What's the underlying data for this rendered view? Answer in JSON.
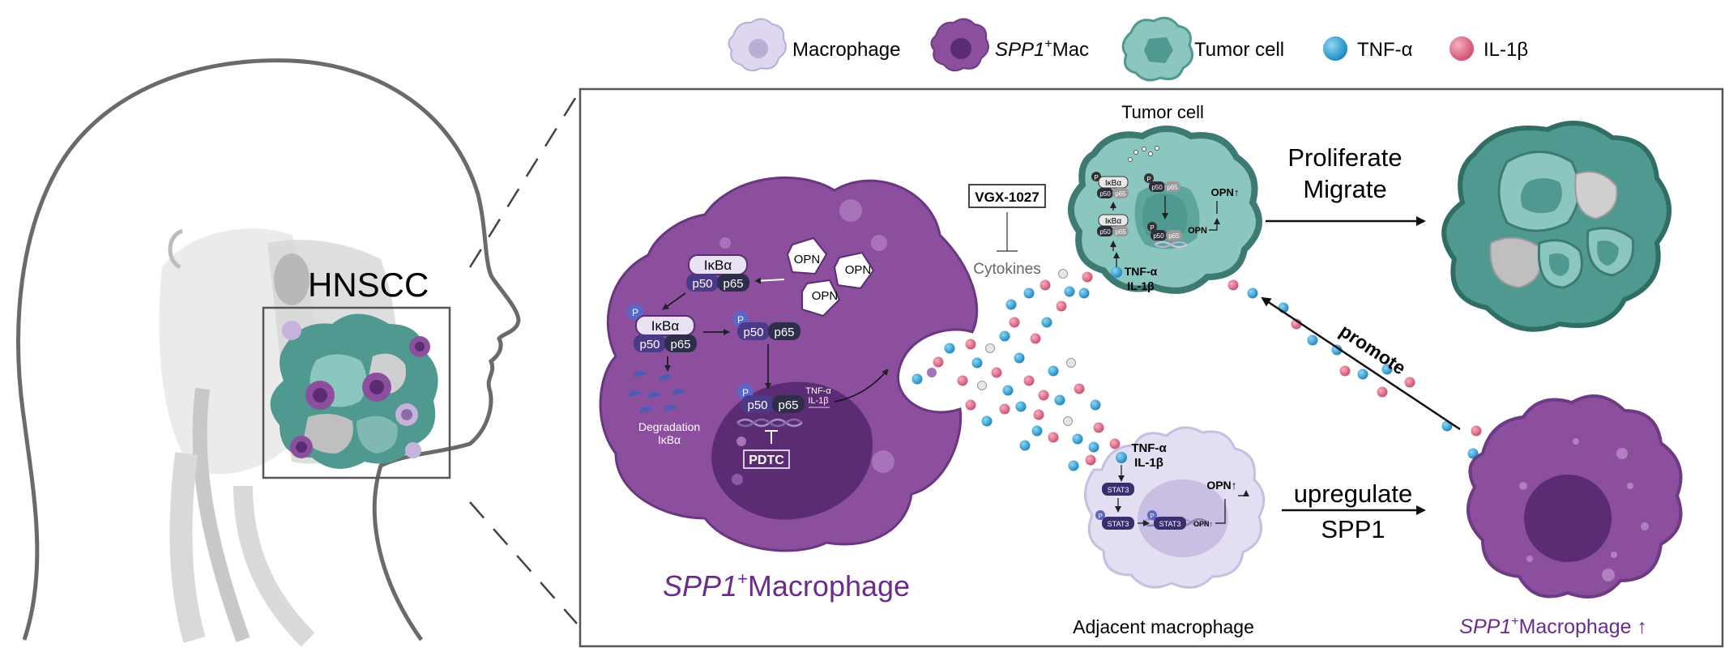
{
  "legend": {
    "macrophage": "Macrophage",
    "spp1_italic": "SPP1",
    "spp1_sup": "+",
    "spp1_mac": "Mac",
    "tumor_cell": "Tumor cell",
    "tnf": "TNF-α",
    "il1b": "IL-1β"
  },
  "head": {
    "label": "HNSCC"
  },
  "macrophage_main": {
    "ikba": "IκBα",
    "p50": "p50",
    "p65": "p65",
    "p": "P",
    "opn": "OPN",
    "degradation": "Degradation",
    "degradation_sub": "IκBα",
    "tnf_small": "TNF-α",
    "il1b_small": "IL-1β",
    "pdtc": "PDTC",
    "caption_italic": "SPP1",
    "caption_sup": "+",
    "caption_rest": "Macrophage"
  },
  "inhibitor": {
    "drug": "VGX-1027",
    "target": "Cytokines"
  },
  "tumor": {
    "title": "Tumor cell",
    "ikba": "IκBα",
    "p50": "p50",
    "p65": "p65",
    "p": "P",
    "opn_up": "OPN↑",
    "opn": "OPN",
    "tnf": "TNF-α",
    "il1b": "IL-1β"
  },
  "adjacent": {
    "title": "Adjacent macrophage",
    "tnf": "TNF-α",
    "il1b": "IL-1β",
    "stat3": "STAT3",
    "p": "P",
    "opn_up": "OPN↑",
    "opn_small": "OPN↑"
  },
  "arrows": {
    "proliferate": "Proliferate",
    "migrate": "Migrate",
    "promote": "promote",
    "upregulate": "upregulate",
    "spp1": "SPP1"
  },
  "result": {
    "caption_italic": "SPP1",
    "caption_sup": "+",
    "caption_rest": "Macrophage ↑"
  },
  "colors": {
    "spp1_purple": "#8b4f9e",
    "spp1_dark": "#5b2c73",
    "tumor_teal": "#4f9990",
    "tumor_light": "#8cc7bf",
    "macro_lav": "#dcd4ef",
    "tnf_blue": "#1c9ad6",
    "il1b_pink": "#e0607e",
    "caption_purple": "#6a2c8e"
  }
}
